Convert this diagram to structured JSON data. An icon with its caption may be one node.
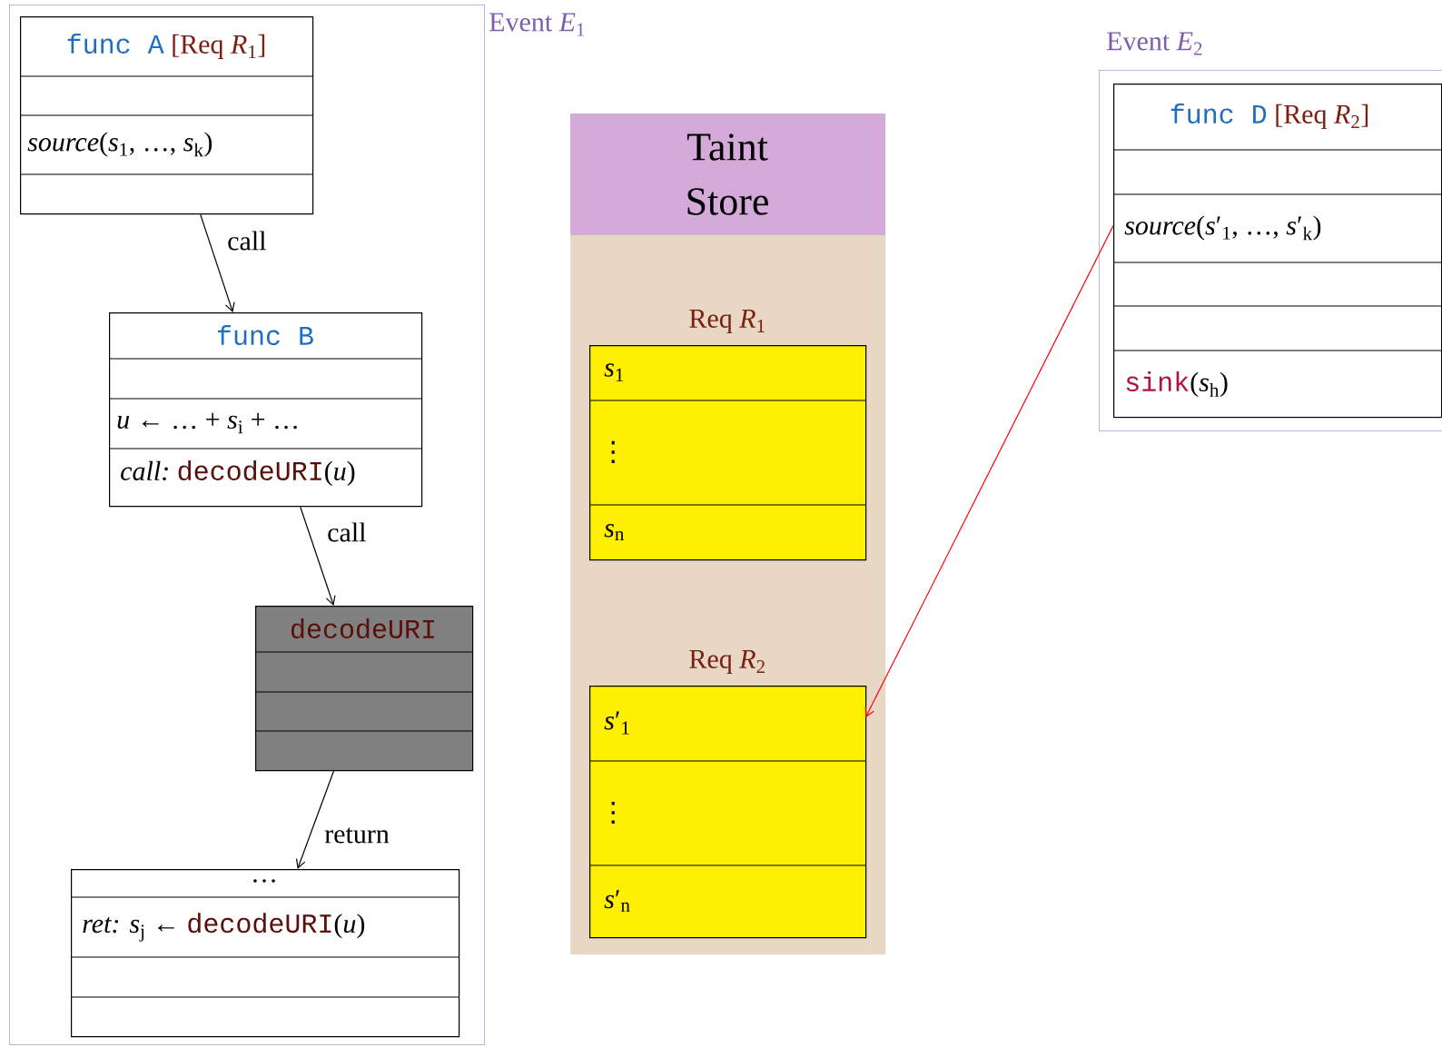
{
  "diagram": {
    "nodes": [
      {
        "text": [
          "Event *E*$_{1}$"
        ]
      },
      {
        "text": [
          "func A",
          "[Req *R*$_{1}$]",
          "*source*(*s*$_{1}$, …, *s*$_{k}$)"
        ],
        "in": 0
      },
      {
        "text": [
          "func B",
          "*u* ← … + *s*$_{i}$ + …",
          "*call:*",
          "decodeURI",
          "(*u*)"
        ],
        "in": 0
      },
      {
        "text": [
          "decodeURI"
        ],
        "in": 0
      },
      {
        "text": [
          "…",
          "*ret:* *s*$_{j}$ ←",
          "decodeURI",
          "(*u*)"
        ],
        "in": 0
      },
      {
        "text": [
          "Taint Store"
        ]
      },
      {
        "text": [
          "Req *R*$_{1}$",
          "*s*$_{1}$",
          "⋮",
          "*s*$_{n}$"
        ],
        "in": 5
      },
      {
        "text": [
          "Req *R*$_{2}$",
          "*s*′$_{1}$",
          "⋮",
          "*s*′$_{n}$"
        ],
        "in": 5
      },
      {
        "text": [
          "Event *E*$_{2}$"
        ]
      },
      {
        "text": [
          "func D",
          "[Req *R*$_{2}$]",
          "*source*(*s*′$_{1}$, …, *s*′$_{k}$)",
          "sink",
          "(*s*$_{h}$)"
        ],
        "in": 8
      }
    ],
    "edges": [
      {
        "from": 1,
        "to": 2,
        "arrow": "to",
        "label": "call"
      },
      {
        "from": 2,
        "to": 3,
        "arrow": "to",
        "label": "call"
      },
      {
        "from": 3,
        "to": 4,
        "arrow": "to",
        "label": "return"
      },
      {
        "from": 9,
        "to": 7,
        "arrow": "to",
        "color": "#ff0000"
      }
    ]
  }
}
